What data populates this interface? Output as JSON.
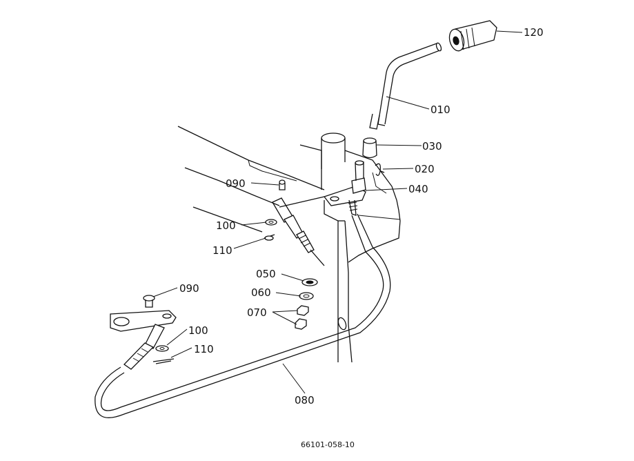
{
  "parts": {
    "p120": "120",
    "p010": "010",
    "p030": "030",
    "p020": "020",
    "p040": "040",
    "p090a": "090",
    "p100a": "100",
    "p110a": "110",
    "p050": "050",
    "p060": "060",
    "p070": "070",
    "p090b": "090",
    "p100b": "100",
    "p110b": "110",
    "p080": "080"
  },
  "drawing_code": "66101-058-10"
}
